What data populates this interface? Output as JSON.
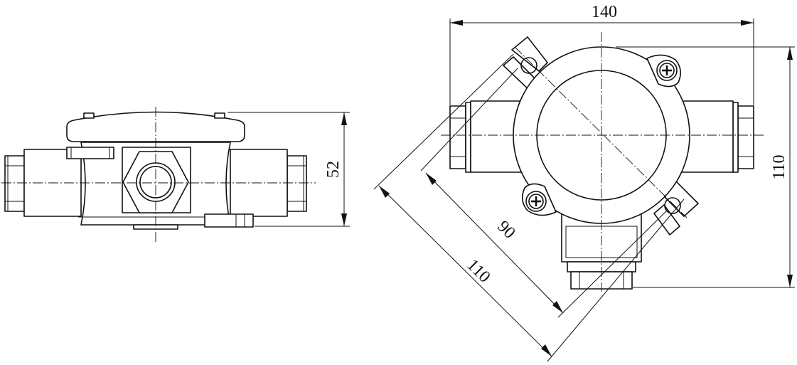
{
  "dimensions": {
    "side_height": "52",
    "top_width": "140",
    "top_height": "110",
    "diag_inner": "90",
    "diag_outer": "110"
  }
}
